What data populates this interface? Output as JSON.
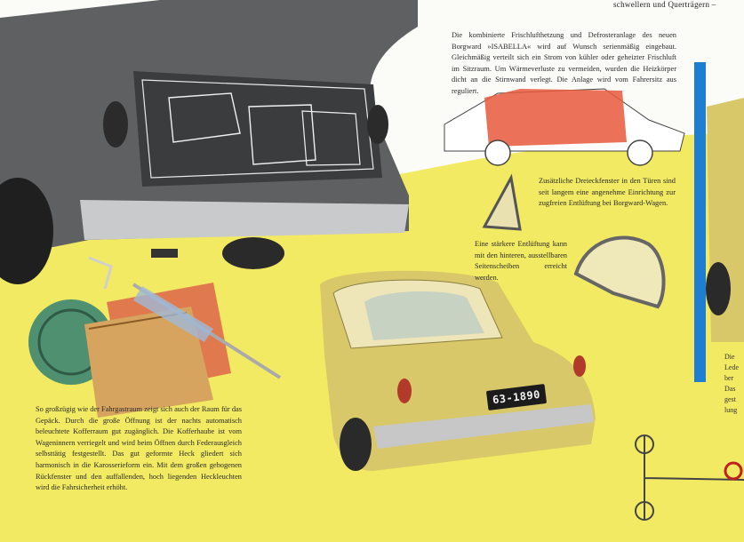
{
  "header": {
    "top_text": "schwellern und Querträgern –"
  },
  "paragraphs": {
    "heating": "Die kombinierte Frischlufthetzung und Defrosteranlage des neuen Borgward »ISABELLA« wird auf Wunsch serienmäßig eingebaut. Gleichmäßig verteilt sich ein Strom von kühler oder geheizter Frischluft im Sitzraum. Um Wärmeverluste zu vermeiden, wurden die Heizkörper dicht an die Stirnwand verlegt. Die Anlage wird vom Fahrersitz aus reguliert.",
    "vent_windows": "Zusätzliche Dreieckfenster in den Türen sind seit langem eine angenehme Einrichtung zur zugfreien Entlüftung bei Borgward-Wagen.",
    "rear_windows": "Eine stärkere Entlüftung kann mit den hinteren, ausstellbaren Seitenscheiben erreicht werden.",
    "luggage": "So großzügig wie der Fahrgastraum zeigt sich auch der Raum für das Gepäck. Durch die große Öffnung ist der nachts automatisch beleuchtete Kofferraum gut zugänglich. Die Kofferhaube ist vom Wageninnern verriegelt und wird beim Öffnen durch Federausgleich selbsttätig festgestellt. Das gut geformte Heck gliedert sich harmonisch in die Karosserieform ein. Mit dem großen gebogenen Rückfenster und den auffallenden, hoch liegenden Heckleuchten wird die Fahrsicherheit erhöht."
  },
  "right_column_fragments": [
    "Die",
    "Lede",
    "ber",
    "Das",
    "gest",
    "lung"
  ],
  "license_plate": "63-1890",
  "colors": {
    "yellow": "#f2ea62",
    "blue_bar": "#1d7ed2",
    "car_grey": "#5e6062",
    "car_cream": "#d8c86a",
    "red_diagram": "#e8593c"
  }
}
